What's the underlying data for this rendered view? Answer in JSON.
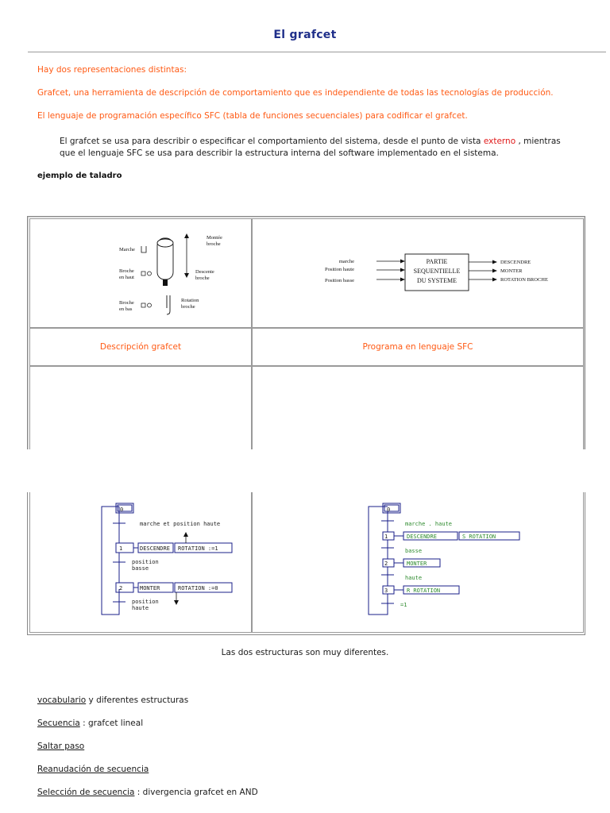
{
  "page": {
    "title": "El grafcet",
    "intro_lines": [
      "Hay dos representaciones distintas:",
      "Grafcet, una herramienta de descripción de comportamiento que es independiente de todas las tecnologías de producción.",
      "El lenguaje de programación específico SFC (tabla de funciones secuenciales) para codificar el grafcet."
    ],
    "paragraph": {
      "part1": "El grafcet se usa para describir o especificar el comportamiento del sistema, desde el punto de vista ",
      "highlight": "externo",
      "part2": " , mientras que el lenguaje SFC se usa para describir la estructura interna del software implementado en el sistema."
    },
    "example_heading": "ejemplo de taladro",
    "footnote": "Las dos estructuras son muy diferentes.",
    "colors": {
      "orange": "#ff5a14",
      "title_blue": "#1f2f8a",
      "highlight_red": "#e01a1a",
      "sfc_green": "#2e8b2e",
      "grafcet_blue": "#1a1f8a"
    }
  },
  "table": {
    "caption_left": "Descripción grafcet",
    "caption_right": "Programa en lenguaje SFC",
    "machine_labels": {
      "marche": "Marche",
      "broche_en_haut": [
        "Broche",
        "en haut"
      ],
      "broche_en_bas": [
        "Broche",
        "en bas"
      ],
      "montee": [
        "Montée",
        "broche"
      ],
      "descente": [
        "Descente",
        "broche"
      ],
      "rotation": [
        "Rotation",
        "broche"
      ]
    },
    "block": {
      "inputs": [
        "marche",
        "Position haute",
        "Position basse"
      ],
      "box": [
        "PARTIE",
        "SEQUENTIELLE",
        "DU SYSTEME"
      ],
      "outputs": [
        "DESCENDRE",
        "MONTER",
        "ROTATION BROCHE"
      ]
    },
    "grafcet": {
      "steps": [
        "0",
        "1",
        "2"
      ],
      "actions": [
        [
          "DESCENDRE",
          "ROTATION :=1"
        ],
        [
          "MONTER",
          "ROTATION :=0"
        ]
      ],
      "transitions": [
        [
          "marche et position haute"
        ],
        [
          "position",
          "basse"
        ],
        [
          "position",
          "haute"
        ]
      ]
    },
    "sfc": {
      "steps": [
        "0",
        "1",
        "2",
        "3"
      ],
      "actions": [
        "DESCENDRE",
        "S ROTATION",
        "MONTER",
        "R ROTATION"
      ],
      "transitions": [
        "marche . haute",
        "basse",
        "haute",
        "=1"
      ]
    }
  },
  "links": [
    {
      "link": "vocabulario",
      "text": " y diferentes estructuras"
    },
    {
      "link": "Secuencia",
      "text": " : grafcet lineal"
    },
    {
      "link": "Saltar paso",
      "text": ""
    },
    {
      "link": "Reanudación de secuencia",
      "text": ""
    },
    {
      "link": "Selección de secuencia",
      "text": " : divergencia grafcet en AND"
    }
  ]
}
